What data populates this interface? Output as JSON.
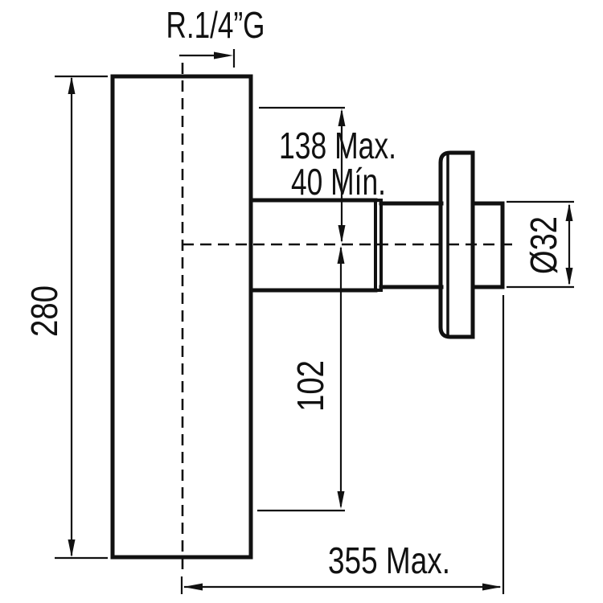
{
  "drawing": {
    "dimensions": {
      "thread": "R.1/4”G",
      "body_height": "280",
      "projection_max": "138 Max.",
      "projection_min": "40 Mín.",
      "drop": "102",
      "pipe_diameter": "Ø32",
      "total_length_max": "355 Max."
    },
    "colors": {
      "line": "#111111",
      "background": "#ffffff"
    }
  }
}
